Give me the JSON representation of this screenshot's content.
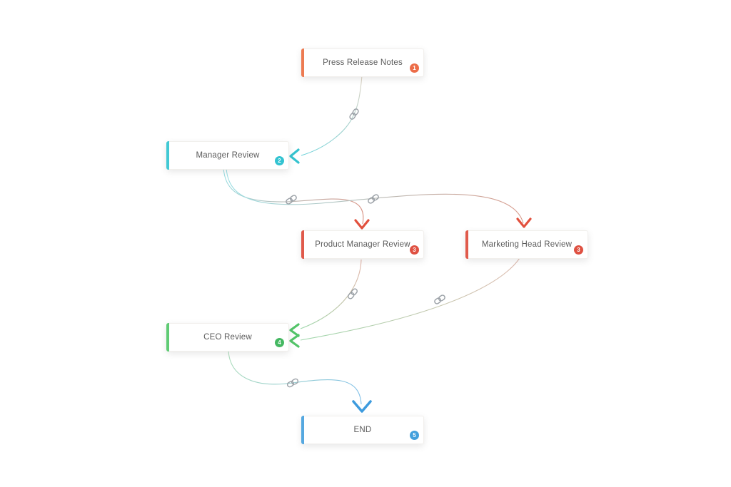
{
  "page": {
    "background_color": "#ffffff"
  },
  "diagram": {
    "type": "workflow",
    "nodes": [
      {
        "label": "Press Release Notes",
        "order": "1",
        "accent_color": "#ED7B52",
        "badge_color": "#EC6D49"
      },
      {
        "label": "Manager Review",
        "order": "2",
        "accent_color": "#41C9D4",
        "badge_color": "#33C3D1"
      },
      {
        "label": "Product Manager Review",
        "order": "3",
        "accent_color": "#E05A4B",
        "badge_color": "#DF5142"
      },
      {
        "label": "Marketing Head Review",
        "order": "3",
        "accent_color": "#E05A4B",
        "badge_color": "#DF5142"
      },
      {
        "label": "CEO Review",
        "order": "4",
        "accent_color": "#5FCB74",
        "badge_color": "#45B862"
      },
      {
        "label": "END",
        "order": "5",
        "accent_color": "#55A8E0",
        "badge_color": "#43A0DC"
      }
    ],
    "edges": [
      {
        "from": "Press Release Notes",
        "to": "Manager Review",
        "icon": "link-icon",
        "start_color": "#DED2C2",
        "end_color": "#6BD2DA",
        "arrow_color": "#35C3CF",
        "arrow_direction": "left"
      },
      {
        "from": "Manager Review",
        "to": "Product Manager Review",
        "icon": "link-icon",
        "start_color": "#9ADFE4",
        "end_color": "#D98D7E",
        "arrow_color": "#E2503D",
        "arrow_direction": "down"
      },
      {
        "from": "Manager Review",
        "to": "Marketing Head Review",
        "icon": "link-icon",
        "start_color": "#9ADFE4",
        "end_color": "#D99A8B",
        "arrow_color": "#E2503D",
        "arrow_direction": "down"
      },
      {
        "from": "Product Manager Review",
        "to": "CEO Review",
        "icon": "link-icon",
        "start_color": "#E2B3A8",
        "end_color": "#9FD8AC",
        "arrow_color": "#52C468",
        "arrow_direction": "left"
      },
      {
        "from": "Marketing Head Review",
        "to": "CEO Review",
        "icon": "link-icon",
        "start_color": "#DFBCB1",
        "end_color": "#9FD8AC",
        "arrow_color": "#52C468",
        "arrow_direction": "left"
      },
      {
        "from": "CEO Review",
        "to": "END",
        "icon": "link-icon",
        "start_color": "#AEDDBB",
        "end_color": "#7FBFE9",
        "arrow_color": "#3D9BDE",
        "arrow_direction": "down"
      }
    ]
  }
}
